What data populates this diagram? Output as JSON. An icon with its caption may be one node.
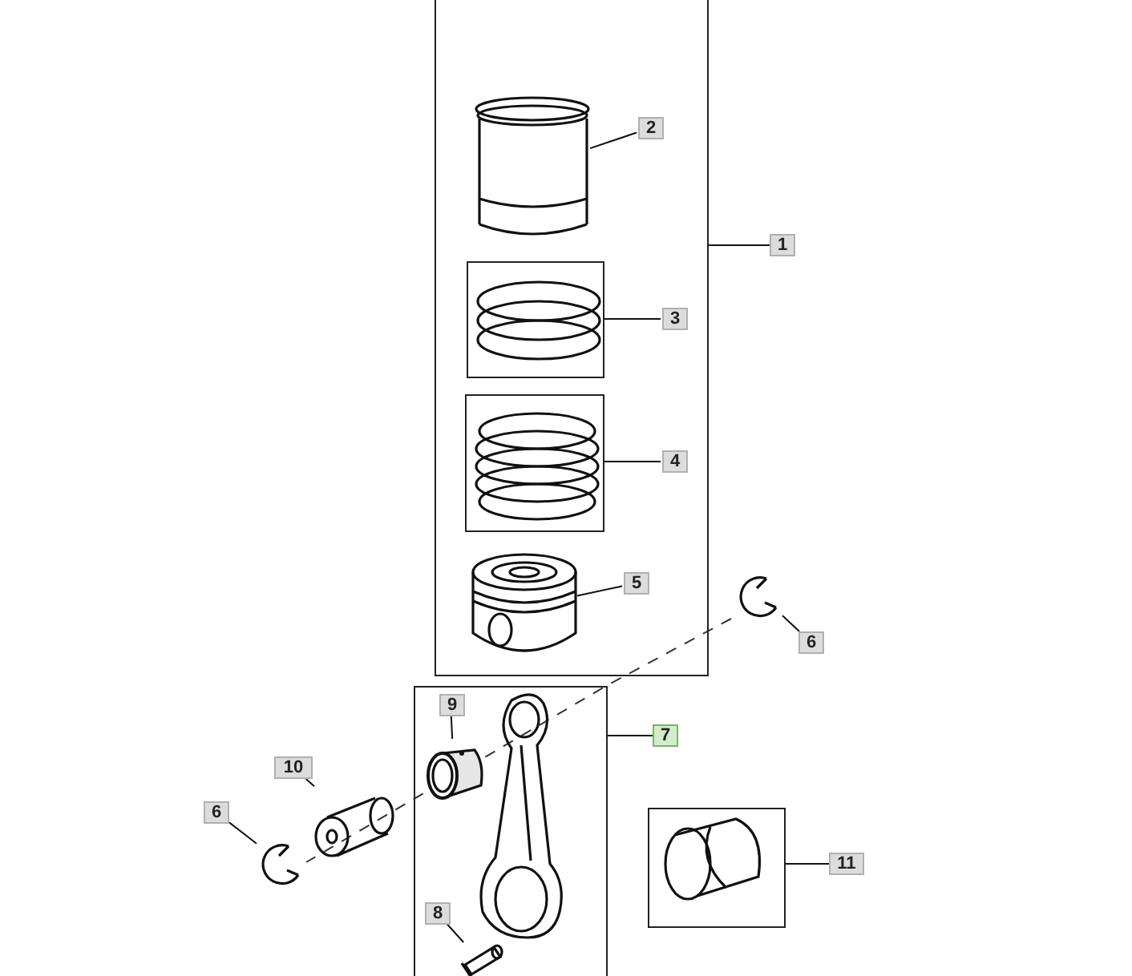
{
  "diagram": {
    "nodes": [
      {
        "text": [],
        "shape": "box"
      },
      {
        "text": [
          "1"
        ]
      },
      {
        "text": [],
        "shape": "picture",
        "in": 0
      },
      {
        "text": [
          "2"
        ],
        "in": 0
      },
      {
        "text": [],
        "shape": "box",
        "in": 0
      },
      {
        "text": [
          "3"
        ],
        "in": 0
      },
      {
        "text": [],
        "shape": "box",
        "in": 0
      },
      {
        "text": [
          "4"
        ],
        "in": 0
      },
      {
        "text": [],
        "shape": "picture",
        "in": 0
      },
      {
        "text": [
          "5"
        ],
        "in": 0
      },
      {
        "text": [],
        "shape": "picture"
      },
      {
        "text": [
          "6"
        ]
      },
      {
        "text": [],
        "shape": "box"
      },
      {
        "text": [
          "7"
        ]
      },
      {
        "text": [],
        "shape": "picture",
        "in": 12
      },
      {
        "text": [
          "9"
        ],
        "in": 12
      },
      {
        "text": [],
        "shape": "picture",
        "in": 12
      },
      {
        "text": [
          "8"
        ],
        "in": 12
      },
      {
        "text": [],
        "shape": "picture"
      },
      {
        "text": [
          "10"
        ]
      },
      {
        "text": [],
        "shape": "picture"
      },
      {
        "text": [
          "6"
        ]
      },
      {
        "text": [],
        "shape": "box"
      },
      {
        "text": [
          "11"
        ]
      }
    ],
    "edges": [
      {
        "from": 1,
        "to": 0,
        "arrow": "none"
      },
      {
        "from": 3,
        "to": 2,
        "arrow": "none"
      },
      {
        "from": 5,
        "to": 4,
        "arrow": "none"
      },
      {
        "from": 7,
        "to": 6,
        "arrow": "none"
      },
      {
        "from": 9,
        "to": 8,
        "arrow": "none"
      },
      {
        "from": 11,
        "to": 10,
        "arrow": "none"
      },
      {
        "from": 13,
        "to": 12,
        "arrow": "none"
      },
      {
        "from": 15,
        "to": 14,
        "arrow": "none"
      },
      {
        "from": 17,
        "to": 16,
        "arrow": "none"
      },
      {
        "from": 19,
        "to": 18,
        "arrow": "none"
      },
      {
        "from": 21,
        "to": 20,
        "arrow": "none"
      },
      {
        "from": 23,
        "to": 22,
        "arrow": "none"
      }
    ]
  }
}
